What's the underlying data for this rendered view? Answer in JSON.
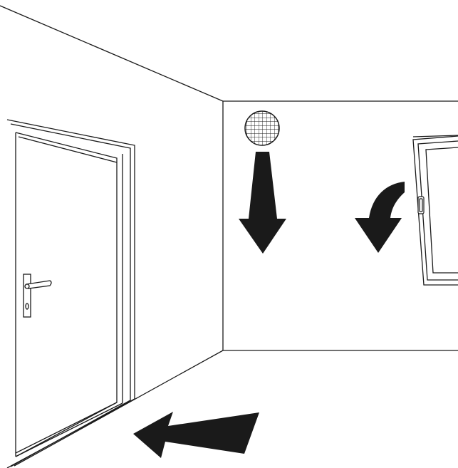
{
  "diagram": {
    "title": "",
    "elements": [
      "left-wall",
      "back-wall",
      "floor",
      "door",
      "door-handle",
      "ceiling-vent",
      "window",
      "window-handle"
    ],
    "arrows": [
      "vent-airflow-down-arrow",
      "window-airflow-curved-arrow",
      "floor-airflow-out-arrow"
    ]
  },
  "colors": {
    "line": "#1a1a1a",
    "fill": "#1a1a1a",
    "background": "#ffffff"
  }
}
